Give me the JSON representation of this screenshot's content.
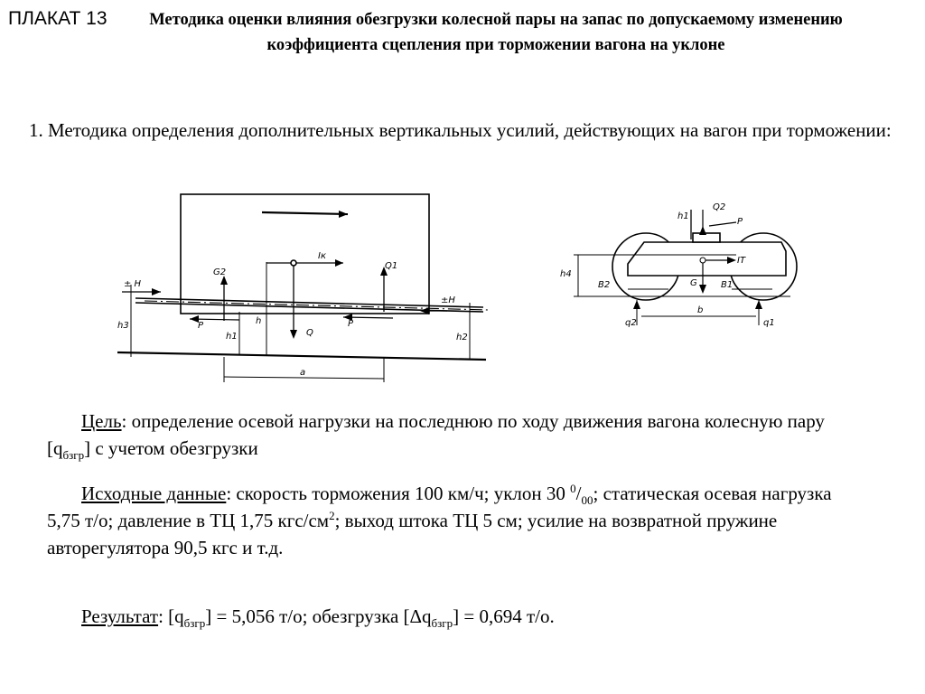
{
  "header": {
    "plakat": "ПЛАКАТ 13",
    "title": "Методика оценки влияния обезгрузки колесной пары на запас по допускаемому изменению коэффициента сцепления при торможении вагона на уклоне"
  },
  "section1": "1. Методика определения дополнительных вертикальных усилий, действующих на вагон при торможении:",
  "fig_left": {
    "H": "± H",
    "H_right": "±H",
    "h3": "h3",
    "h2": "h2",
    "h1": "h1",
    "h": "h",
    "G2": "G2",
    "Q1": "Q1",
    "Ik": "Iк",
    "Q": "Q",
    "P_left": "P",
    "P_right": "P",
    "a": "a"
  },
  "fig_right": {
    "h1": "h1",
    "Q2": "Q2",
    "P": "P",
    "h4": "h4",
    "IT": "IT",
    "G": "G",
    "B1": "B1",
    "B2": "B2",
    "q1": "q1",
    "q2": "q2",
    "b": "b"
  },
  "goal": {
    "label": "Цель",
    "text_a": ": определение осевой нагрузки на последнюю по ходу движения вагона колесную пару [q",
    "sub": "бзгр",
    "text_b": "] с учетом обезгрузки"
  },
  "initial": {
    "label": "Исходные данные",
    "t1": ": скорость торможения 100 км/ч; уклон 30 ",
    "sup0": "0",
    "slash": "/",
    "sub00": "00",
    "t2": "; статическая осевая нагрузка 5,75 т/о; давление в ТЦ 1,75 кгс/см",
    "sup2": "2",
    "t3": "; выход штока ТЦ 5 см; усилие на возвратной пружине авторегулятора 90,5 кгс и т.д."
  },
  "result": {
    "label": "Результат",
    "t1": ": [q",
    "sub1": "бзгр",
    "t2": "] = 5,056 т/о; обезгрузка [Δq",
    "sub2": "бзгр",
    "t3": "] = 0,694 т/о."
  }
}
